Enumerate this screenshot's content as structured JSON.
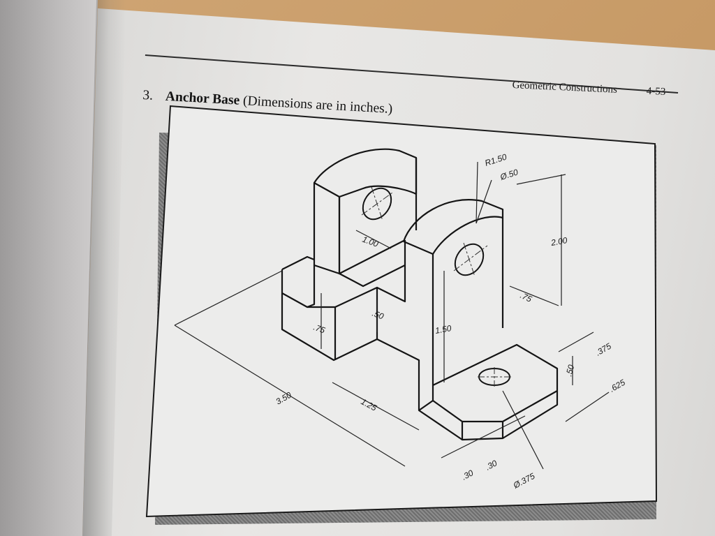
{
  "header": {
    "section_title": "Geometric Constructions",
    "page_number": "4-53"
  },
  "problem": {
    "number": "3.",
    "name": "Anchor Base",
    "note": "(Dimensions are in inches.)"
  },
  "dimensions": {
    "radius_top": "R1.50",
    "hole_diameter": "Ø.50",
    "upright_width": "1.00",
    "overall_height": "2.00",
    "slot_depth": ".50",
    "base_height": ".75",
    "upright_height": "1.50",
    "offset": ".75",
    "overall_length": "3.50",
    "slot_length": "1.25",
    "foot_height": ".50",
    "hole_offset": ".375",
    "foot_depth": ".625",
    "chamfer_a": ".30",
    "chamfer_b": ".30",
    "small_hole": "Ø.375"
  }
}
